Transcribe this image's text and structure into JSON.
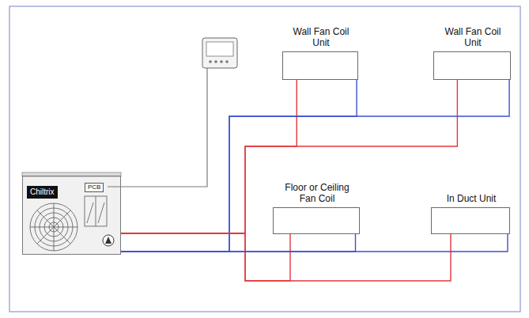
{
  "diagram": {
    "nodes": [
      {
        "text": [
          "Chiltrix"
        ]
      },
      {
        "text": [
          "PCB"
        ],
        "in": 0
      },
      {
        "text": [
          "Wall Fan Coil Unit"
        ]
      },
      {
        "text": [
          "Wall Fan Coil Unit"
        ]
      },
      {
        "text": [
          "Floor or Ceiling Fan Coil"
        ]
      },
      {
        "text": [
          "In Duct Unit"
        ]
      }
    ],
    "edges": [
      {
        "from": 0,
        "to": 2,
        "arrow": "none"
      },
      {
        "from": 0,
        "to": 2,
        "arrow": "none"
      },
      {
        "from": 0,
        "to": 3,
        "arrow": "none"
      },
      {
        "from": 0,
        "to": 3,
        "arrow": "none"
      },
      {
        "from": 0,
        "to": 4,
        "arrow": "none"
      },
      {
        "from": 0,
        "to": 4,
        "arrow": "none"
      },
      {
        "from": 0,
        "to": 5,
        "arrow": "none"
      },
      {
        "from": 0,
        "to": 5,
        "arrow": "none"
      }
    ]
  }
}
